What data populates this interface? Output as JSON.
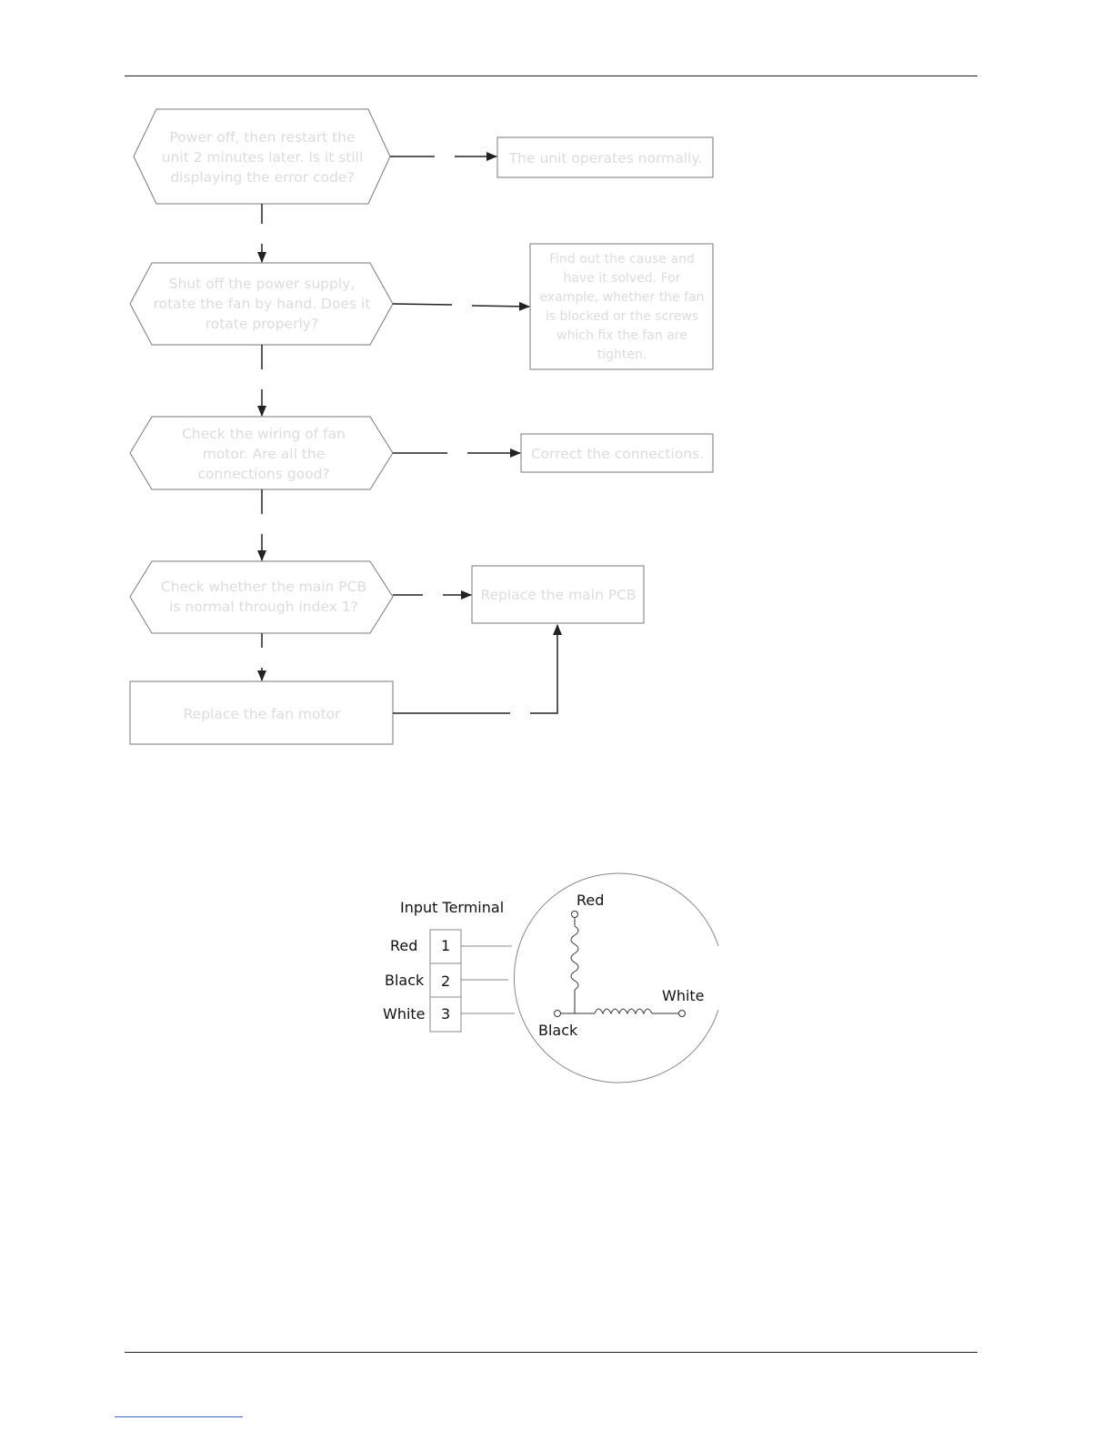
{
  "flowchart": {
    "step1": "Power off, then restart the unit 2 minutes later. Is it still displaying the error code?",
    "result1": "The unit operates normally.",
    "step2": "Shut off the power supply, rotate the fan by hand. Does it rotate properly?",
    "result2": "Find out the cause and have it solved. For example,  whether the fan is blocked or the screws which fix the fan are tighten.",
    "step3": "Check the wiring of fan motor. Are all the connections good?",
    "result3": "Correct the connections.",
    "step4": "Check whether the main PCB is normal through index 1?",
    "result4": "Replace the main PCB",
    "step5": "Replace the fan motor"
  },
  "wiring": {
    "input_terminal_label": "Input Terminal",
    "terminals": [
      {
        "wire": "Red",
        "number": "1"
      },
      {
        "wire": "Black",
        "number": "2"
      },
      {
        "wire": "White",
        "number": "3"
      }
    ],
    "motor_labels": {
      "red": "Red",
      "white": "White",
      "black": "Black"
    }
  }
}
